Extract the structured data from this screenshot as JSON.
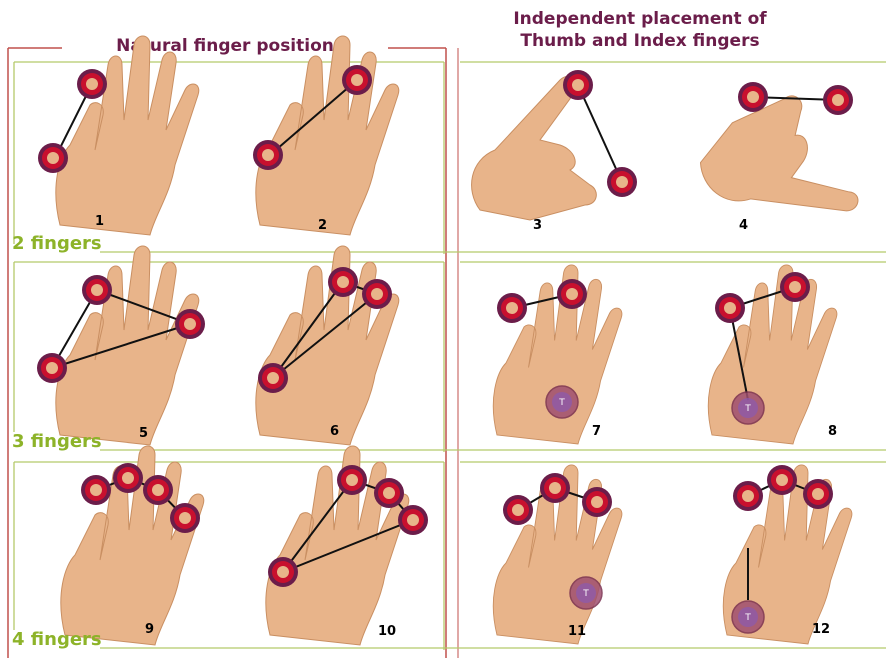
{
  "headers": {
    "left": "Natural finger position",
    "right_line1": "Independent placement of",
    "right_line2": "Thumb and Index fingers"
  },
  "rows": [
    {
      "label": "2 fingers"
    },
    {
      "label": "3 fingers"
    },
    {
      "label": "4 fingers"
    }
  ],
  "panels": [
    "1",
    "2",
    "3",
    "4",
    "5",
    "6",
    "7",
    "8",
    "9",
    "10",
    "11",
    "12"
  ],
  "thumb_marker_label": "T",
  "colors": {
    "header": "#6b1d4a",
    "row_label": "#8db329",
    "frame_green": "#b5c96a",
    "frame_red": "#c0504d",
    "touch_outer": "#6b1d4a",
    "touch_inner": "#c8102e",
    "skin": "#e8b48a"
  }
}
